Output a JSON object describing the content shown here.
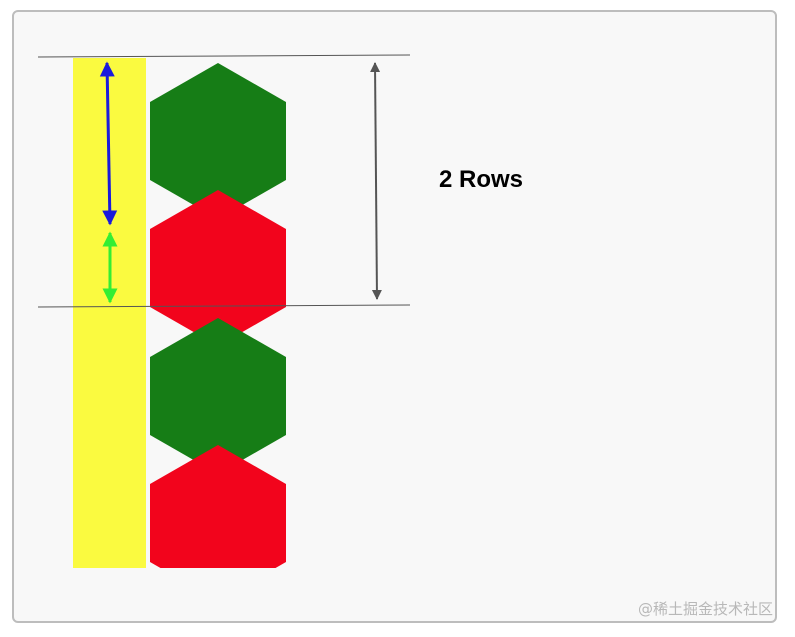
{
  "label": "2 Rows",
  "watermark": "@稀土掘金技术社区",
  "colors": {
    "frame_border": "#bdbdbd",
    "background": "#f8f8f8",
    "strip": "#fafa40",
    "hex_green": "#167d16",
    "hex_red": "#f2041c",
    "arrow_blue": "#1a1adc",
    "arrow_green": "#33ee33",
    "arrow_gray": "#555555",
    "guide_line": "#555555"
  },
  "hexagons": [
    "green",
    "red",
    "green",
    "red"
  ]
}
